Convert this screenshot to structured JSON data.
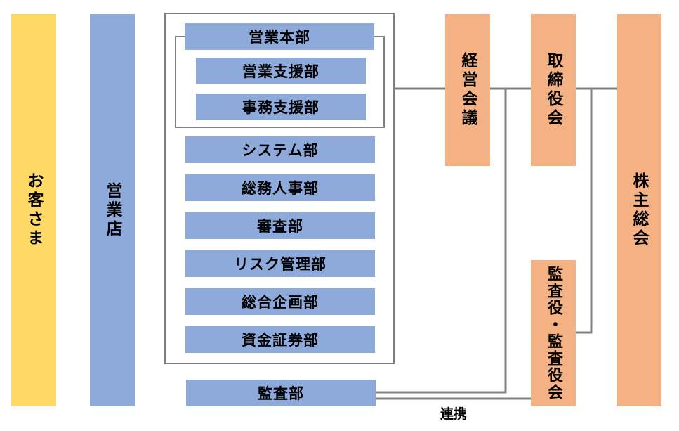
{
  "customer": "お客さま",
  "branch": "営業店",
  "sales_hq": "営業本部",
  "sales_hq_sub": [
    "営業支援部",
    "事務支援部"
  ],
  "departments": [
    "システム部",
    "総務人事部",
    "審査部",
    "リスク管理部",
    "総合企画部",
    "資金証券部"
  ],
  "audit_dept": "監査部",
  "management_committee": "経営会議",
  "board": "取締役会",
  "auditors_board": "監査役・監査役会",
  "auditors_board_line1": "監査役・",
  "auditors_board_line2": "監査役会",
  "shareholders_meeting": "株主総会",
  "liaison_label": "連携",
  "colors": {
    "department_blue": "#8eaadb",
    "governance_orange": "#f4b183",
    "customer_yellow": "#ffd966",
    "connector_gray": "#808080"
  }
}
